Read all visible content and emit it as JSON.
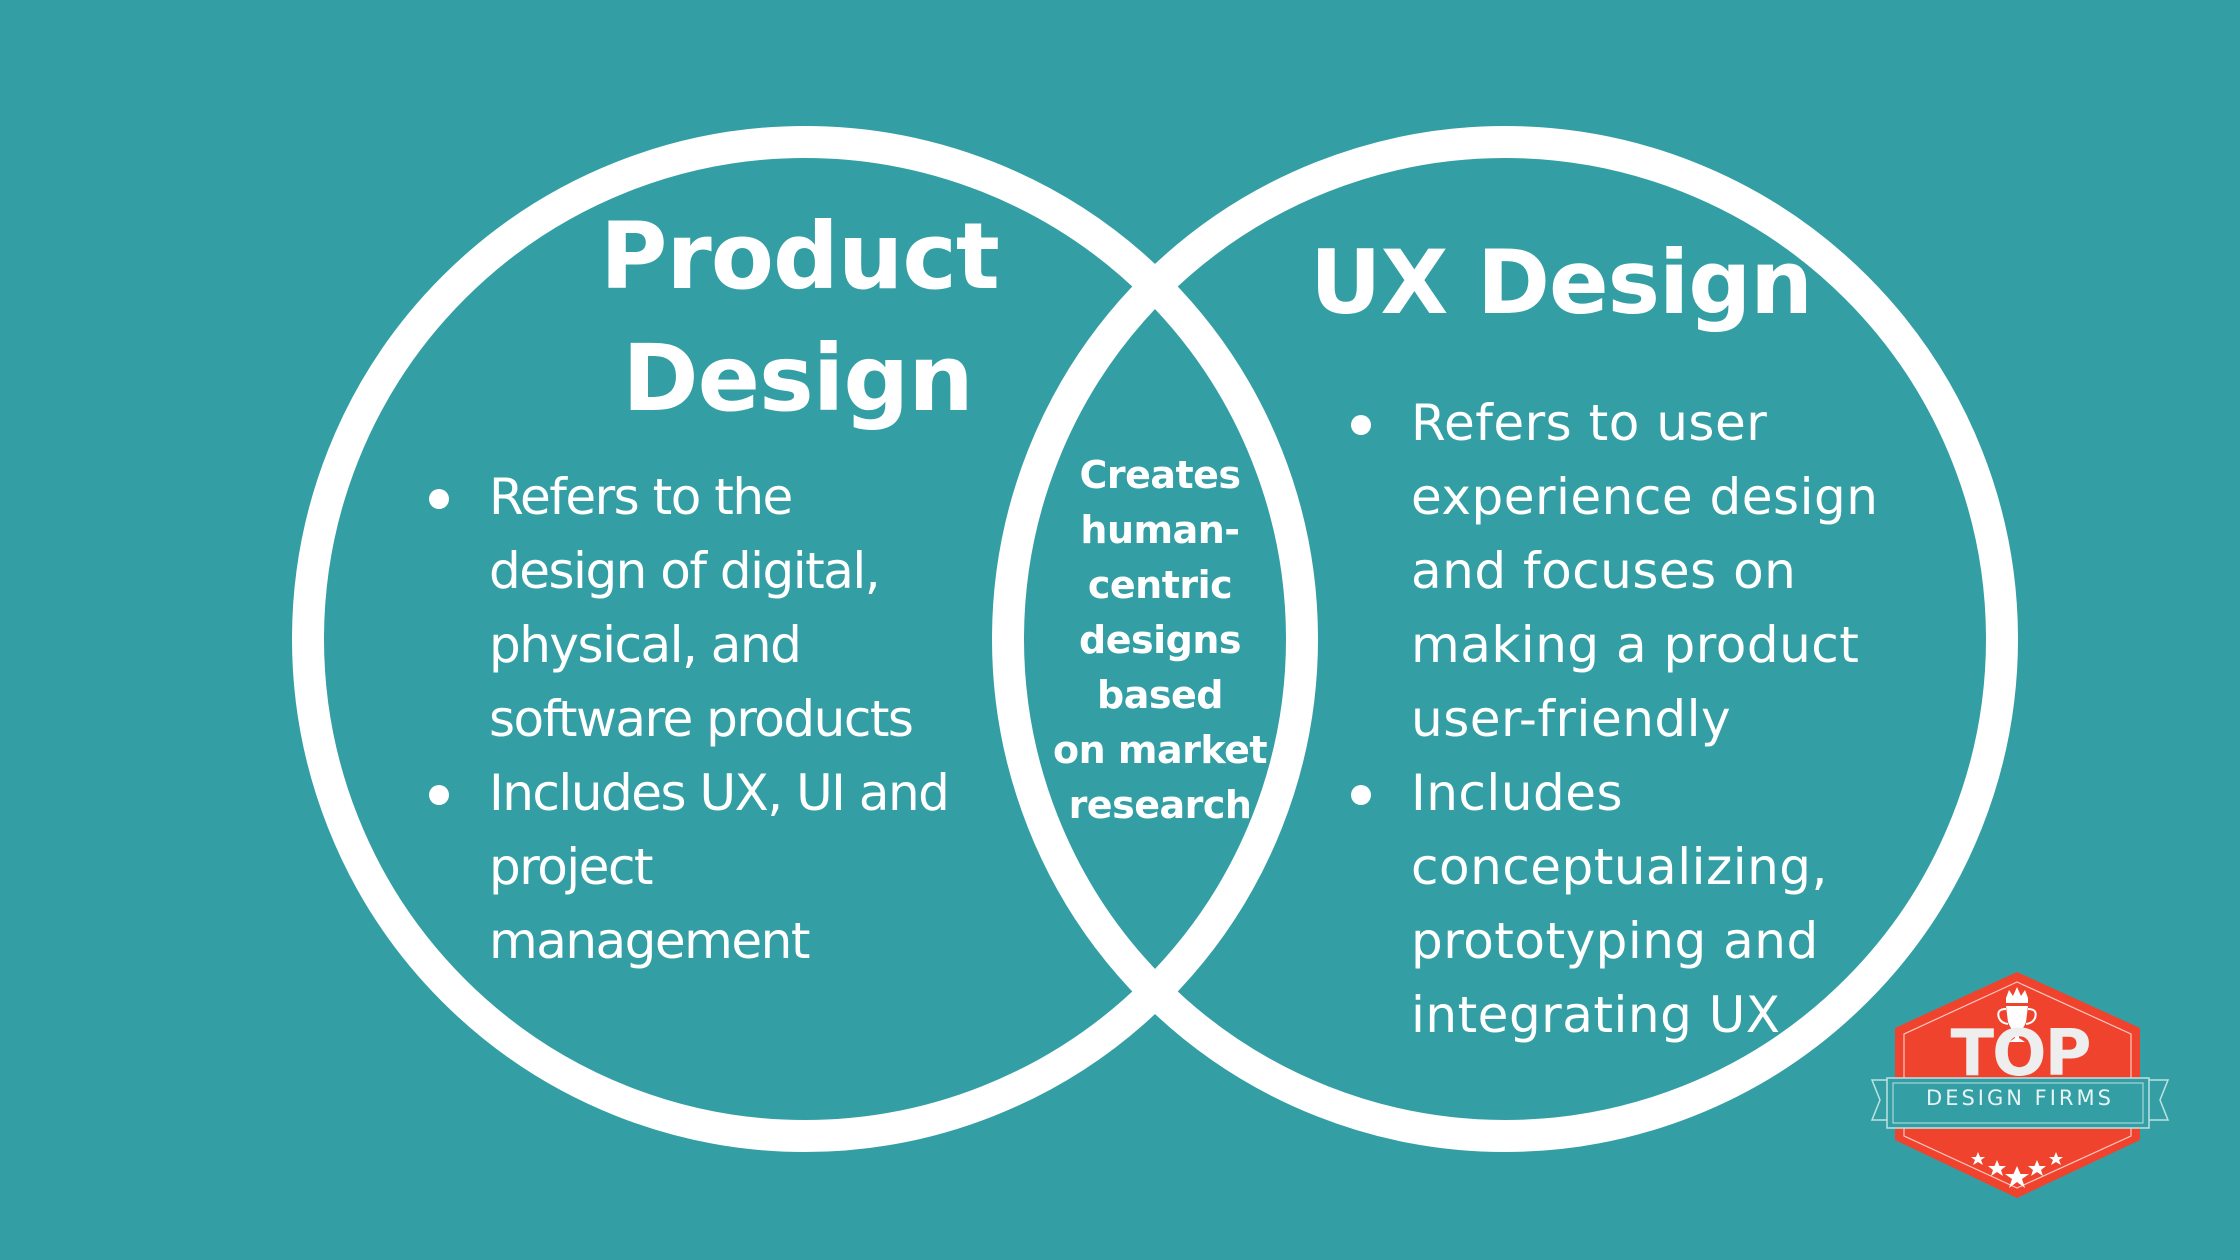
{
  "colors": {
    "background": "#339fa4",
    "circle_stroke": "#ffffff",
    "text": "#ffffff",
    "badge_red": "#f0432e",
    "badge_ribbon": "#339fa4",
    "badge_text": "#eeeeee"
  },
  "venn": {
    "left_circle": {
      "title_lines": [
        "Product",
        "Design"
      ],
      "bullets": [
        {
          "lines": [
            "Refers to the",
            "design of digital,",
            "physical, and",
            "software products"
          ]
        },
        {
          "lines": [
            "Includes UX, UI and",
            "project",
            "management"
          ]
        }
      ]
    },
    "right_circle": {
      "title": "UX Design",
      "bullets": [
        {
          "lines": [
            "Refers to user",
            "experience design",
            "and focuses on",
            "making a product",
            "user-friendly"
          ]
        },
        {
          "lines": [
            "Includes",
            "conceptualizing,",
            "prototyping and",
            "integrating UX"
          ]
        }
      ]
    },
    "overlap": {
      "lines": [
        "Creates",
        "human-",
        "centric",
        "designs",
        "based",
        "on market",
        "research"
      ]
    }
  },
  "badge": {
    "top_text": "TOP",
    "ribbon_text": "DESIGN FIRMS",
    "stars": 5,
    "icon": "trophy-crown-icon"
  }
}
